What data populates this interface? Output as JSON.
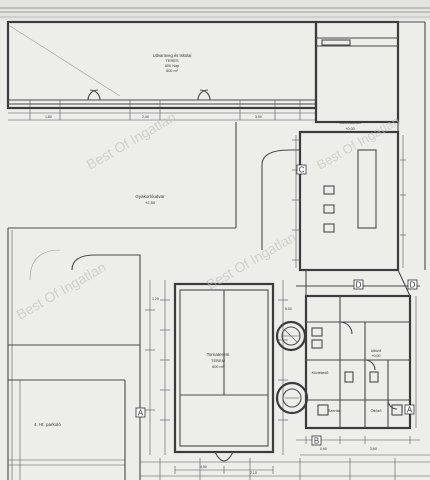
{
  "rooms": {
    "top_hall_1": "Udvaroveg és Iskolai",
    "top_hall_2": "TERES",
    "top_hall_3": "600 Nap",
    "top_hall_area": "600 m²",
    "middle_field_1": "Gyakorlóudvar",
    "middle_field_2": "+2,50",
    "right_block_1": "Járműtároló",
    "right_block_2": "+0,00",
    "hall_center_1": "Tornaterem",
    "hall_center_2": "TEREM",
    "hall_center_3": "600 m²",
    "bottom_right_1": "Szertár",
    "bottom_right_2": "Öltöző",
    "corridor": "Közlekedő",
    "left_label": "4. Ht. parkoló",
    "right_mid_1": "öltöző",
    "right_mid_2": "+0,00"
  },
  "axis_markers": [
    "A",
    "B",
    "C",
    "D",
    "A",
    "D"
  ],
  "dimensions": [
    "1,80",
    "2,40",
    "3,00",
    "1,20",
    "5,00",
    "4,50",
    "0,90",
    "3,60",
    "2,10"
  ],
  "watermark": "Best Of Ingatlan"
}
